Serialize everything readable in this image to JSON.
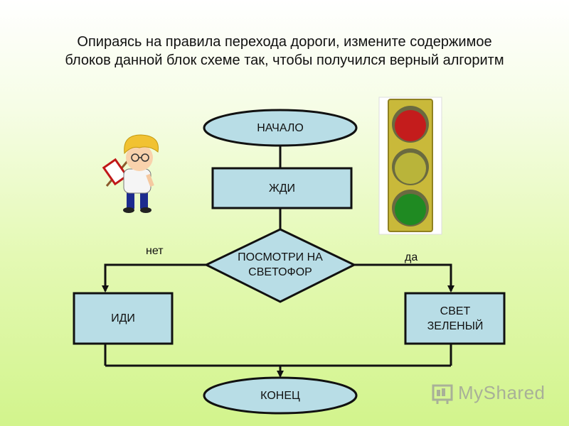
{
  "title": {
    "line1": "Опираясь на правила перехода дороги, измените содержимое",
    "line2": "блоков данной блок схеме так, чтобы получился верный алгоритм"
  },
  "flowchart": {
    "start": "НАЧАЛО",
    "wait": "ЖДИ",
    "check": "ПОСМОТРИ НА СВЕТОФОР",
    "go": "ИДИ",
    "green": "СВЕТ ЗЕЛЕНЫЙ",
    "end": "КОНЕЦ",
    "label_no": "нет",
    "label_yes": "да"
  },
  "colors": {
    "block_fill": "#b8dde6",
    "block_stroke": "#111111",
    "red_light": "#c41c1c",
    "yellow_light": "#b9b43a",
    "green_light": "#1f8a22"
  },
  "icons": [
    "boy-with-sign-icon",
    "traffic-light-icon",
    "myshared-logo-icon"
  ],
  "watermark": {
    "text": "MyShared"
  }
}
